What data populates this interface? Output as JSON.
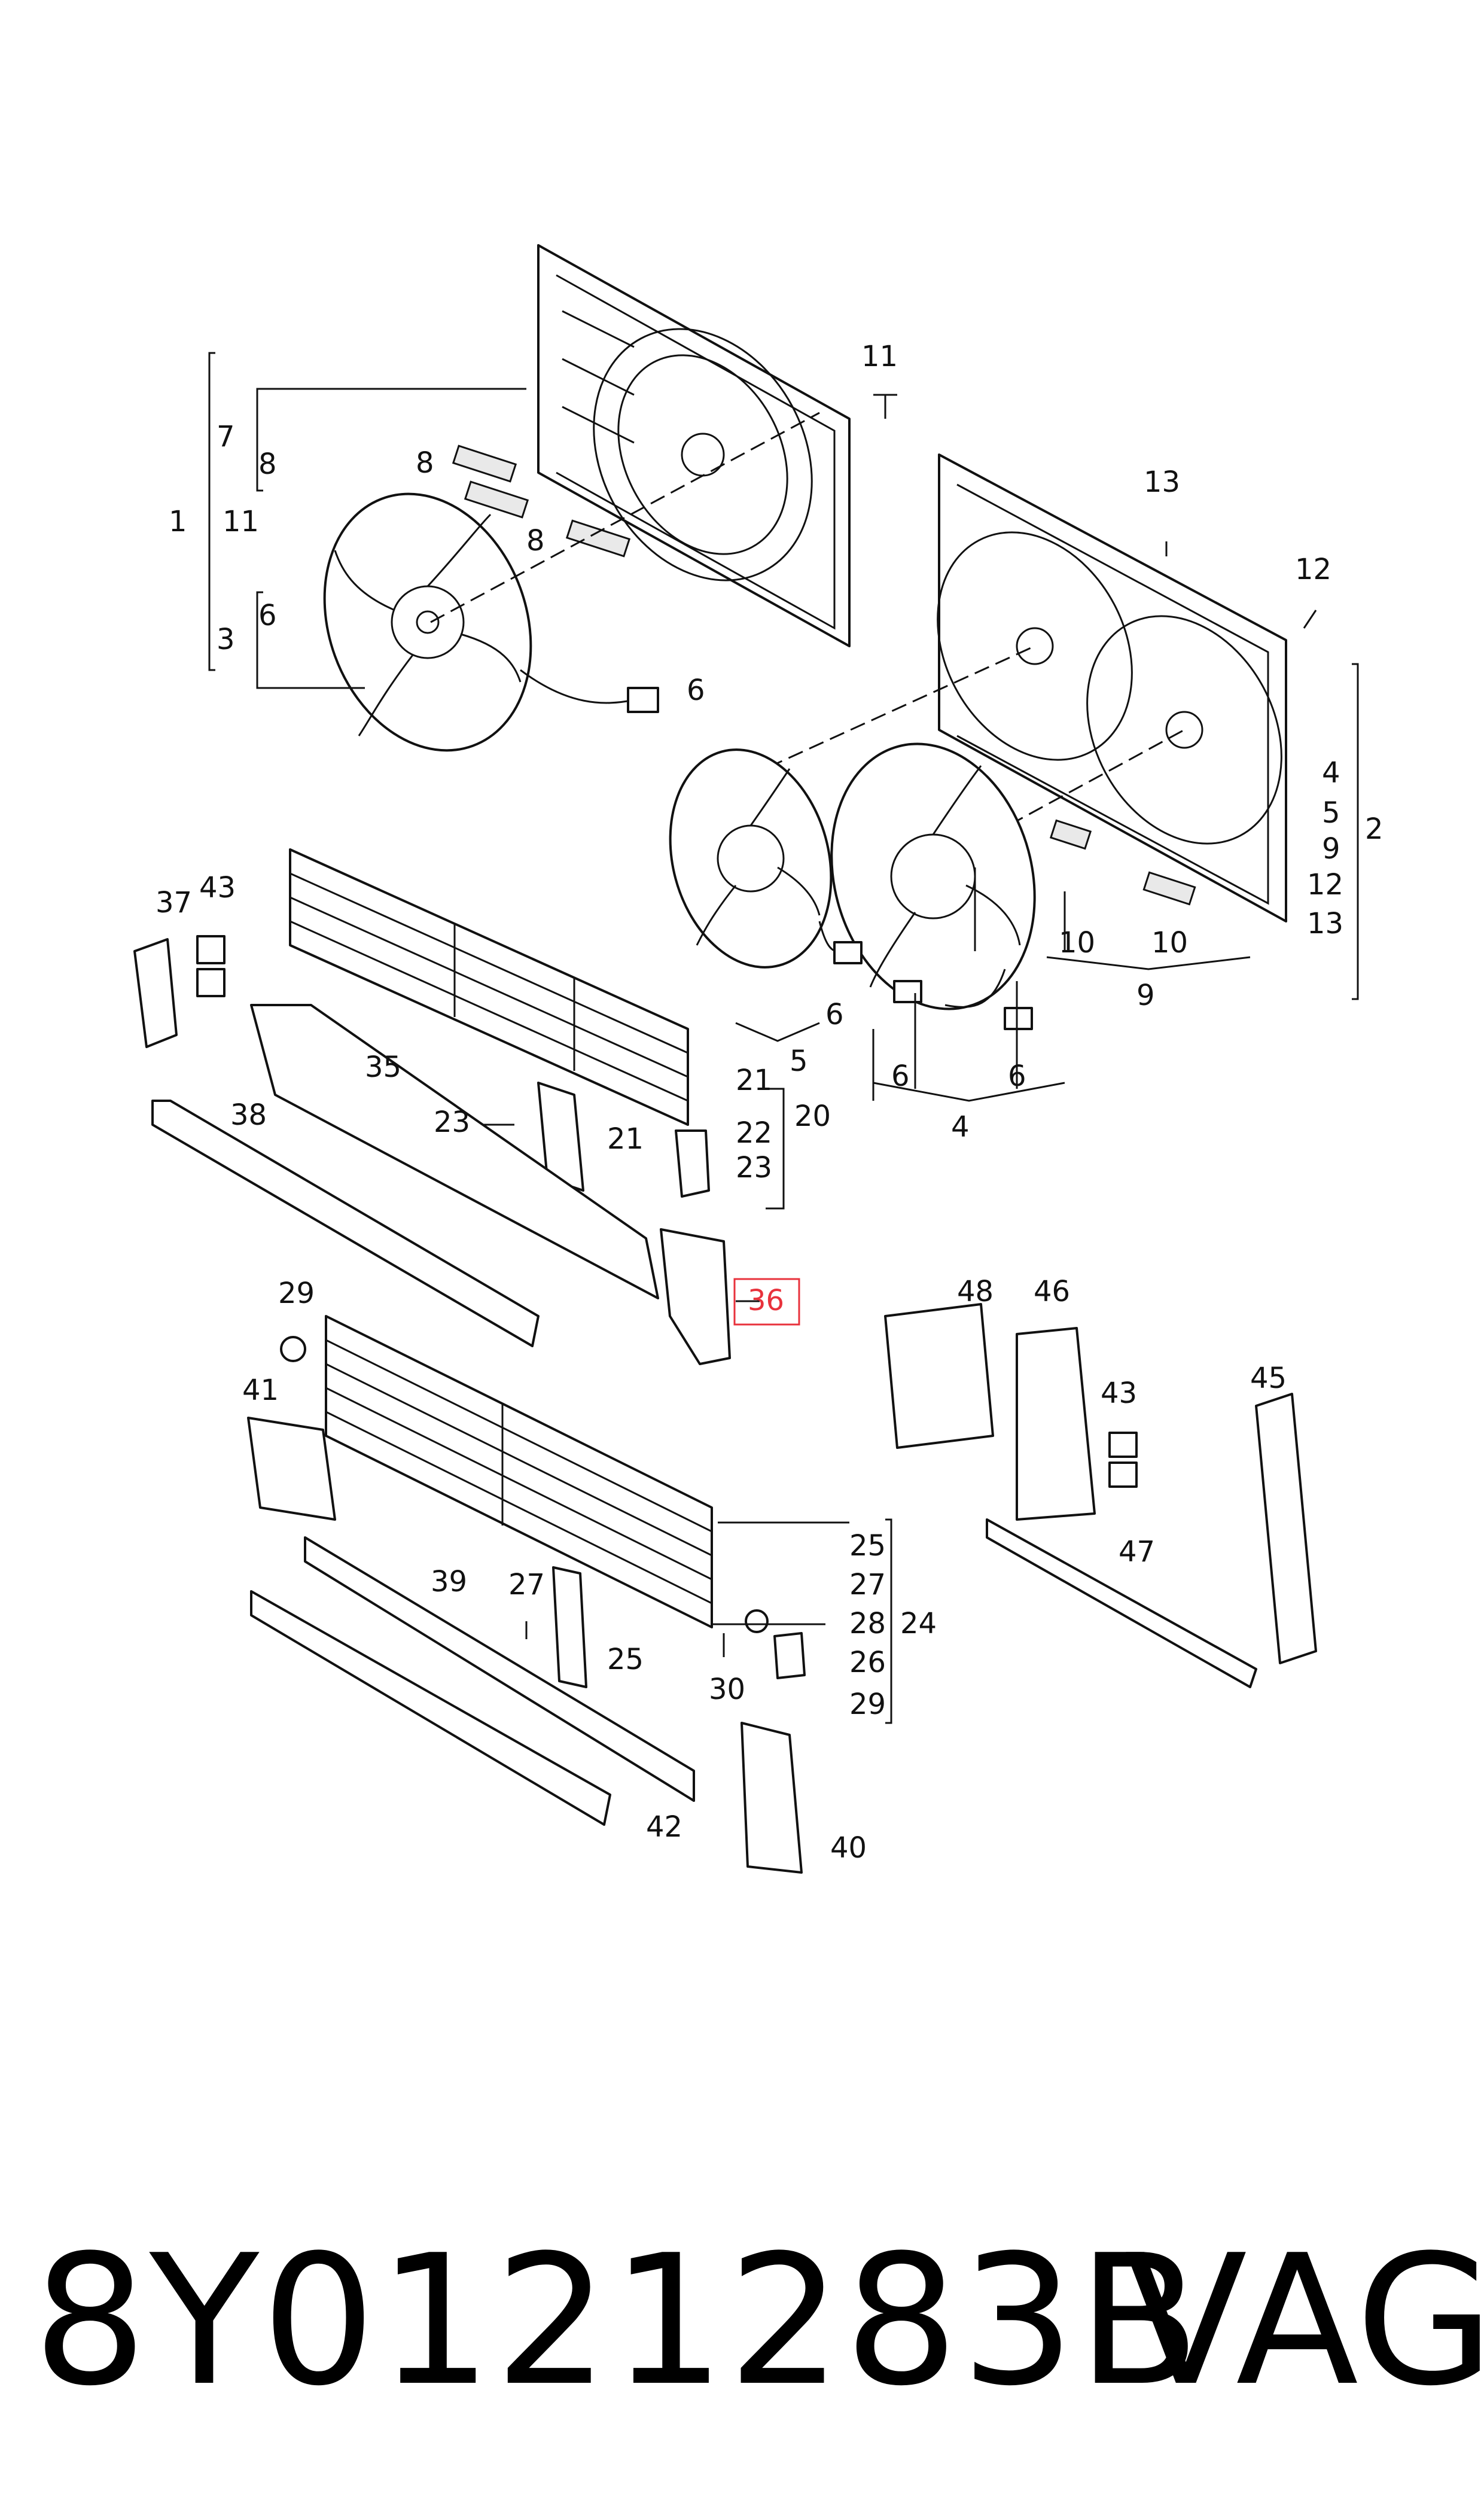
{
  "labels": {
    "l1": "1",
    "l2": "2",
    "l3": "3",
    "l4": "4",
    "l5": "5",
    "l6": "6",
    "l7": "7",
    "l8": "8",
    "l9": "9",
    "l10": "10",
    "l11": "11",
    "l12": "12",
    "l13": "13",
    "l20": "20",
    "l21": "21",
    "l22": "22",
    "l23": "23",
    "l24": "24",
    "l25": "25",
    "l26": "26",
    "l27": "27",
    "l28": "28",
    "l29": "29",
    "l30": "30",
    "l35": "35",
    "l36": "36",
    "l37": "37",
    "l38": "38",
    "l39": "39",
    "l40": "40",
    "l41": "41",
    "l42": "42",
    "l43": "43",
    "l45": "45",
    "l46": "46",
    "l47": "47",
    "l48": "48"
  },
  "highlight": {
    "label": "36",
    "color": "#e8323c"
  },
  "footer": {
    "part_number": "8Y0121283B",
    "brand": "VAG"
  }
}
